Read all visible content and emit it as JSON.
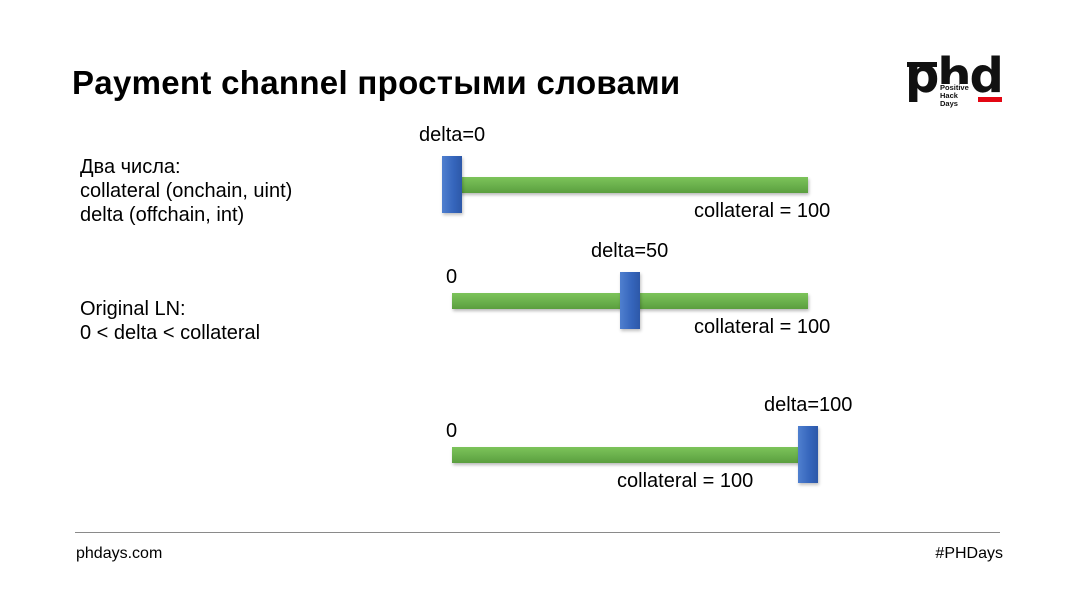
{
  "title": "Payment channel простыми словами",
  "logo": {
    "mark": "phd",
    "subtitle": "Positive\nHack\nDays"
  },
  "left_notes": {
    "block1": [
      "Два числа:",
      "collateral (onchain, uint)",
      "delta (offchain, int)"
    ],
    "block2": [
      "Original LN:",
      "0 < delta < collateral"
    ]
  },
  "channels": [
    {
      "delta_label": "delta=0",
      "zero_label": "",
      "collateral_label": "collateral = 100",
      "delta": 0,
      "collateral": 100
    },
    {
      "delta_label": "delta=50",
      "zero_label": "0",
      "collateral_label": "collateral = 100",
      "delta": 50,
      "collateral": 100
    },
    {
      "delta_label": "delta=100",
      "zero_label": "0",
      "collateral_label": "collateral = 100",
      "delta": 100,
      "collateral": 100
    }
  ],
  "colors": {
    "bar": "#6ab04c",
    "marker": "#3565bb",
    "logo_accent": "#e30613"
  },
  "footer": {
    "left": "phdays.com",
    "right": "#PHDays"
  }
}
